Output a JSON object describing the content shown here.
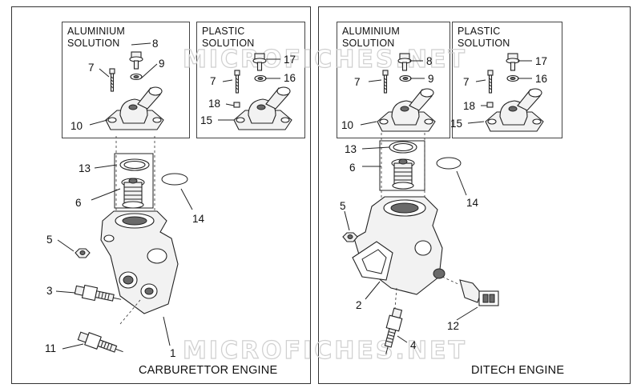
{
  "watermark": "MICROFICHES.NET",
  "left_panel": {
    "inset_aluminium": "ALUMINIUM\nSOLUTION",
    "inset_plastic": "PLASTIC\nSOLUTION",
    "engine_label": "CARBURETTOR ENGINE",
    "callouts": [
      "8",
      "9",
      "7",
      "10",
      "17",
      "16",
      "7",
      "18",
      "15",
      "13",
      "6",
      "14",
      "5",
      "3",
      "11",
      "1"
    ]
  },
  "right_panel": {
    "inset_aluminium": "ALUMINIUM\nSOLUTION",
    "inset_plastic": "PLASTIC\nSOLUTION",
    "engine_label": "DITECH ENGINE",
    "callouts": [
      "8",
      "9",
      "7",
      "10",
      "17",
      "16",
      "7",
      "18",
      "15",
      "13",
      "6",
      "14",
      "5",
      "2",
      "12",
      "4"
    ]
  }
}
